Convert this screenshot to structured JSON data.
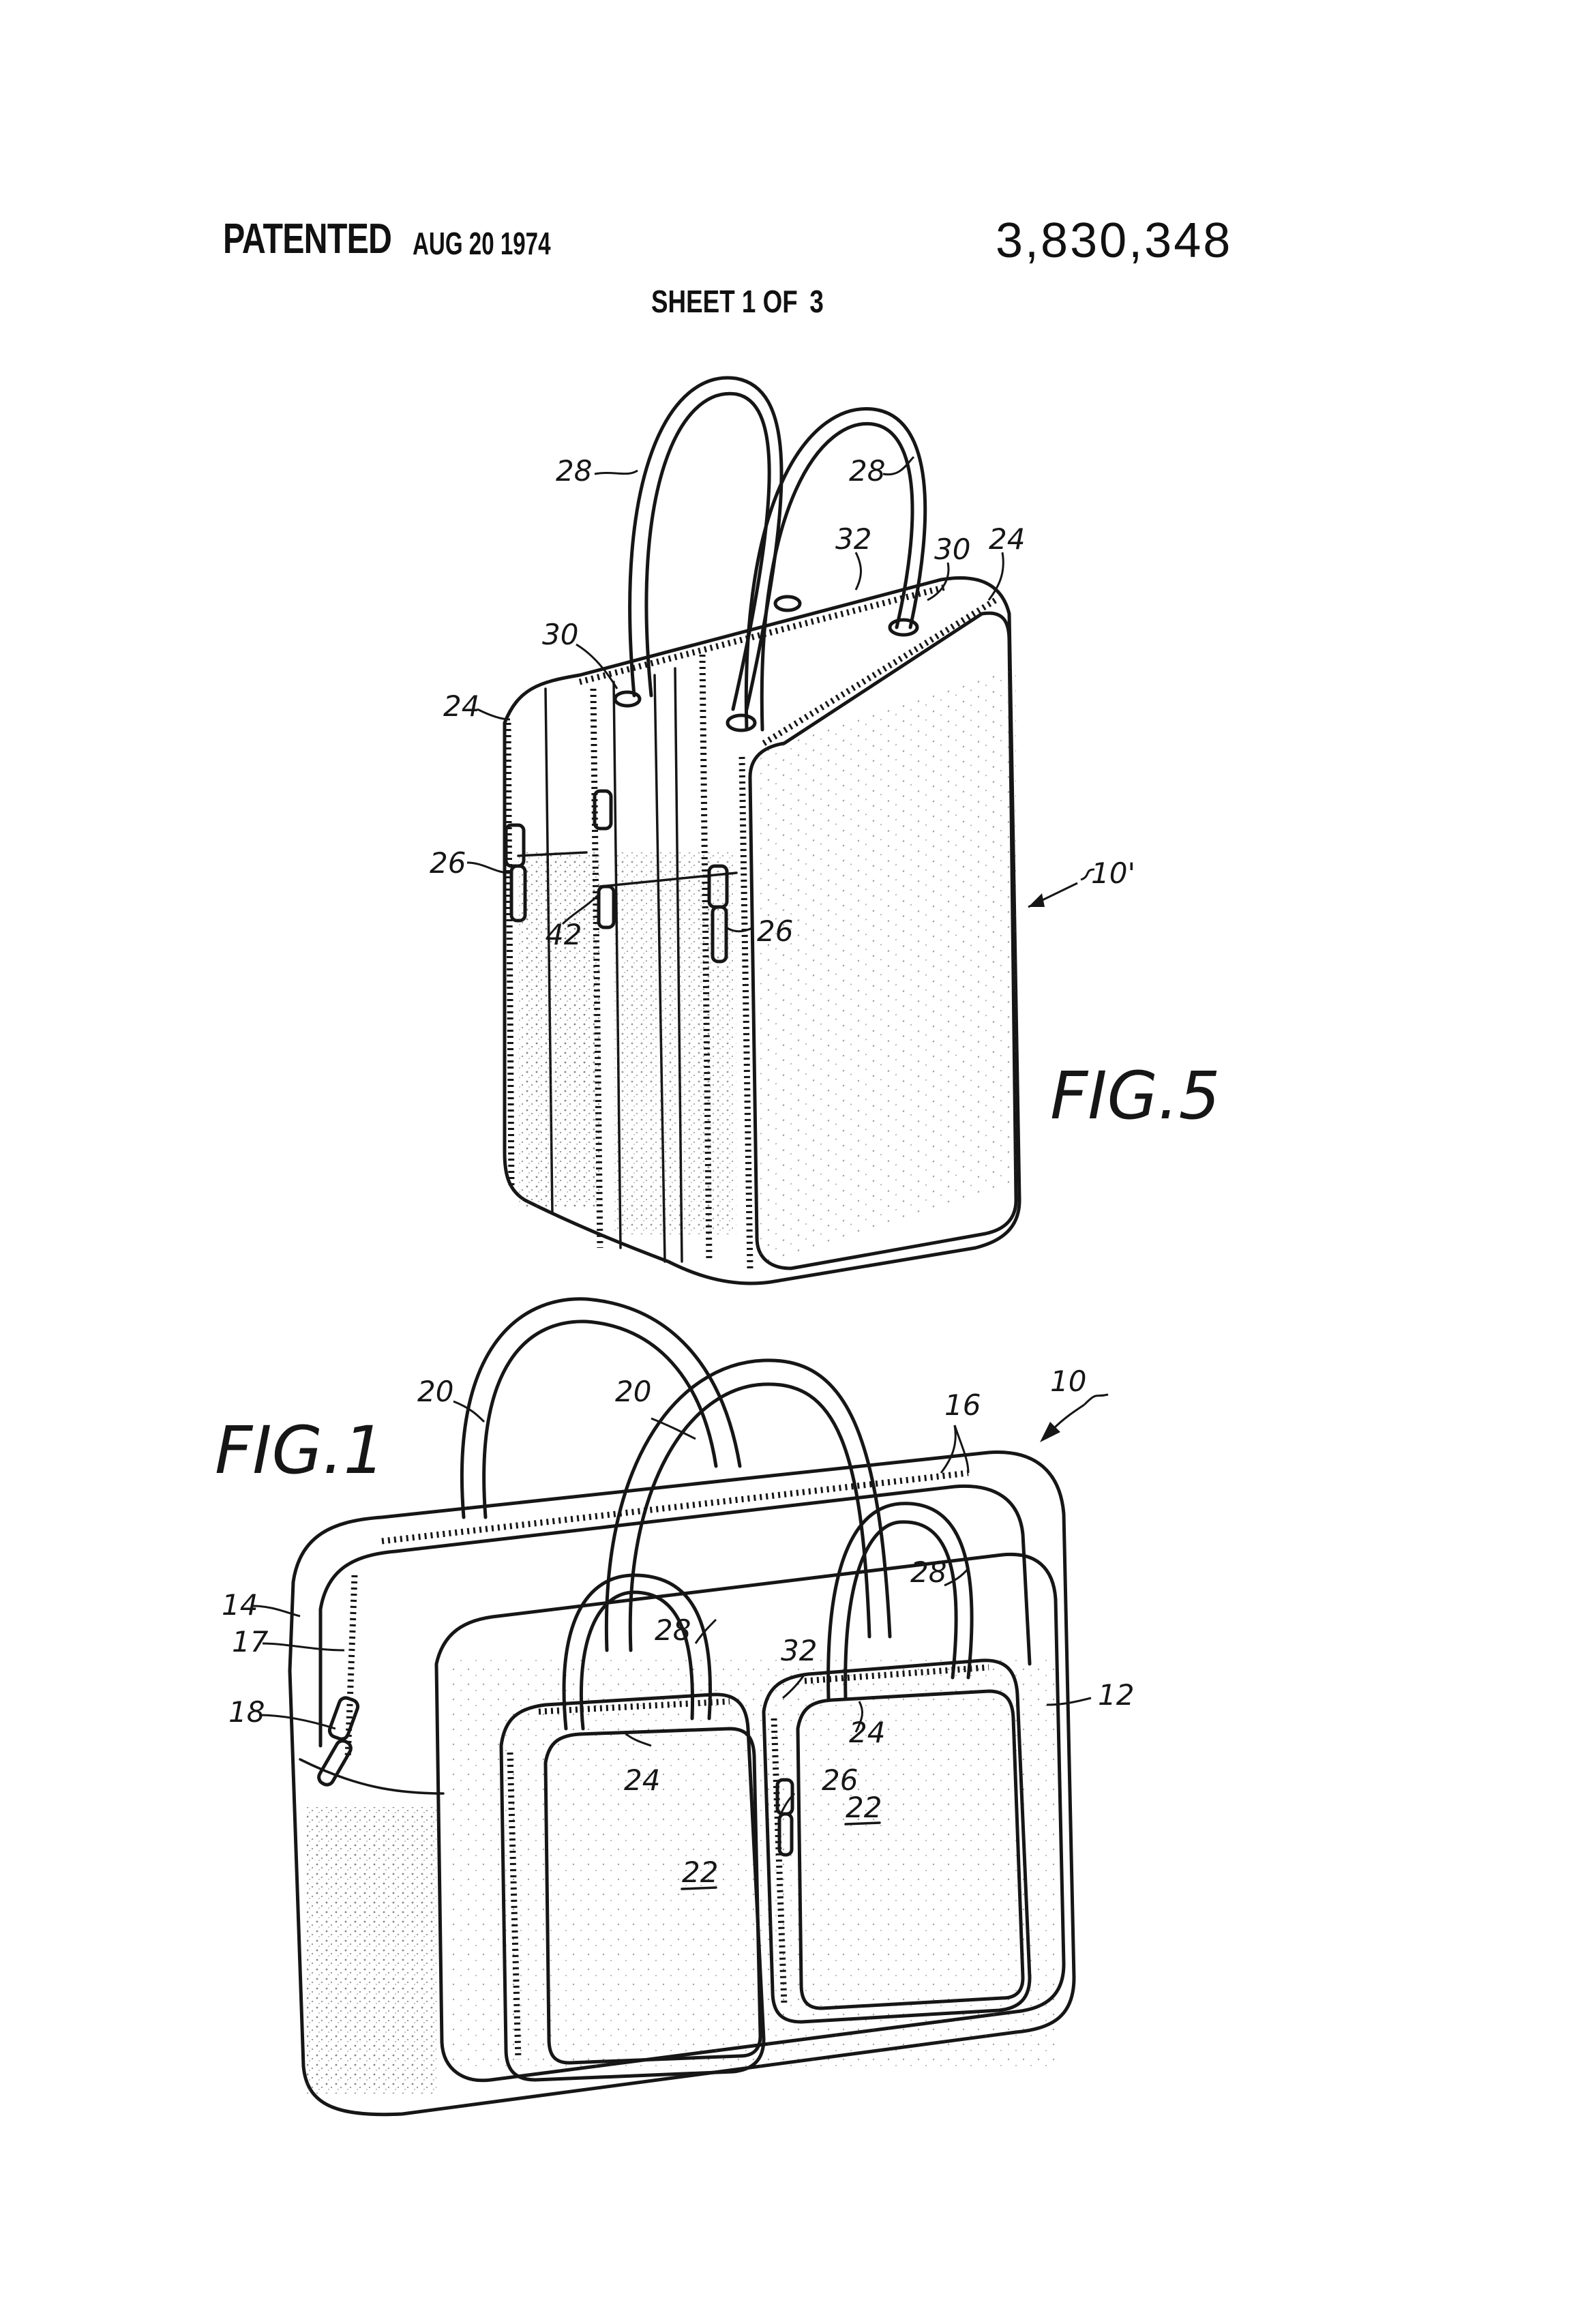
{
  "header": {
    "patented_label": "PATENTED",
    "date": "AUG 20 1974",
    "patent_number": "3,830,348",
    "sheet_prefix": "SHEET 1 OF",
    "sheet_total": "3"
  },
  "figures": [
    {
      "label": "FIG.5",
      "refs": [
        "28",
        "28",
        "32",
        "30",
        "24",
        "30",
        "24",
        "26",
        "42",
        "26",
        "10'"
      ]
    },
    {
      "label": "FIG.1",
      "refs": [
        "20",
        "20",
        "16",
        "10",
        "14",
        "17",
        "18",
        "28",
        "28",
        "32",
        "24",
        "24",
        "26",
        "22",
        "22",
        "12"
      ]
    }
  ]
}
